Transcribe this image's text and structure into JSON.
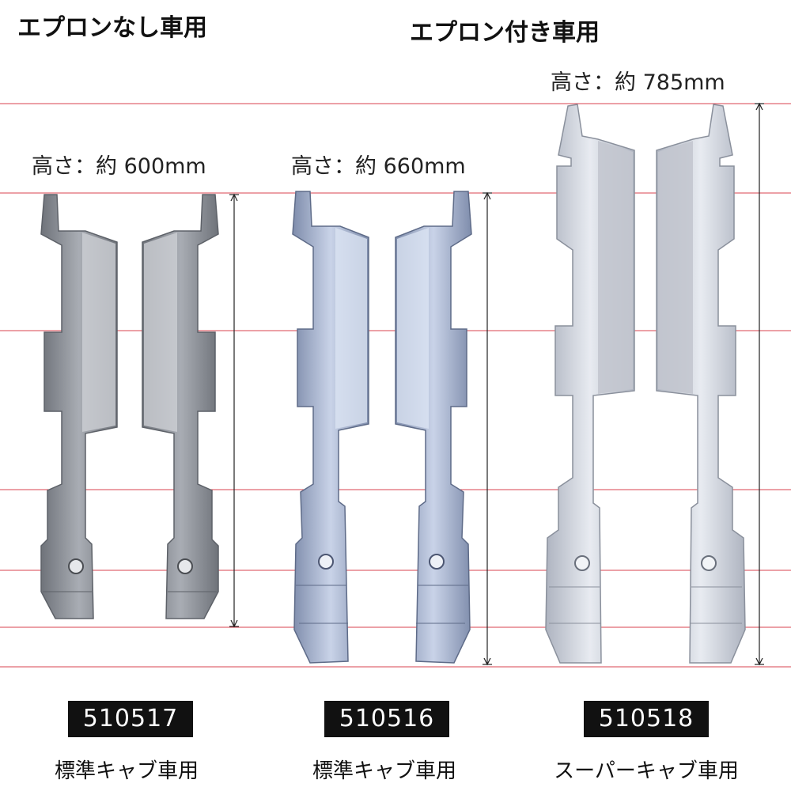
{
  "headings": {
    "no_apron": "エプロンなし車用",
    "with_apron": "エプロン付き車用"
  },
  "products": [
    {
      "height_label": "高さ：約 600mm",
      "code": "510517",
      "cab": "標準キャブ車用",
      "height_mm": 600,
      "panel_color": "#8c9098"
    },
    {
      "height_label": "高さ：約 660mm",
      "code": "510516",
      "cab": "標準キャブ車用",
      "height_mm": 660,
      "panel_color": "#a7b4cf"
    },
    {
      "height_label": "高さ：約 785mm",
      "code": "510518",
      "cab": "スーパーキャブ車用",
      "height_mm": 785,
      "panel_color": "#c7cdd8"
    }
  ],
  "colors": {
    "guide_line": "#d9434f",
    "dimension_line": "#222222",
    "badge_bg": "#111111"
  }
}
